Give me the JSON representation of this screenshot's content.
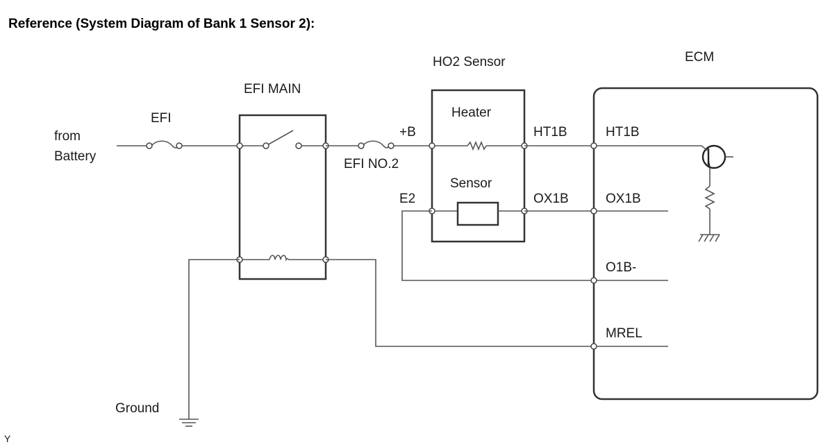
{
  "title": "Reference (System Diagram of Bank 1 Sensor 2):",
  "labels": {
    "from_battery_line1": "from",
    "from_battery_line2": "Battery",
    "efi": "EFI",
    "efi_main": "EFI MAIN",
    "efi_no2": "EFI NO.2",
    "plus_b": "+B",
    "e2": "E2",
    "ho2_sensor": "HO2 Sensor",
    "heater": "Heater",
    "sensor": "Sensor",
    "ht1b_sensor_side": "HT1B",
    "ox1b_sensor_side": "OX1B",
    "ecm": "ECM",
    "ht1b_ecm": "HT1B",
    "ox1b_ecm": "OX1B",
    "o1b_minus": "O1B-",
    "mrel": "MREL",
    "ground": "Ground",
    "corner": "Y"
  },
  "colors": {
    "wire": "#555555",
    "box": "#333333",
    "text": "#1a1a1a"
  }
}
